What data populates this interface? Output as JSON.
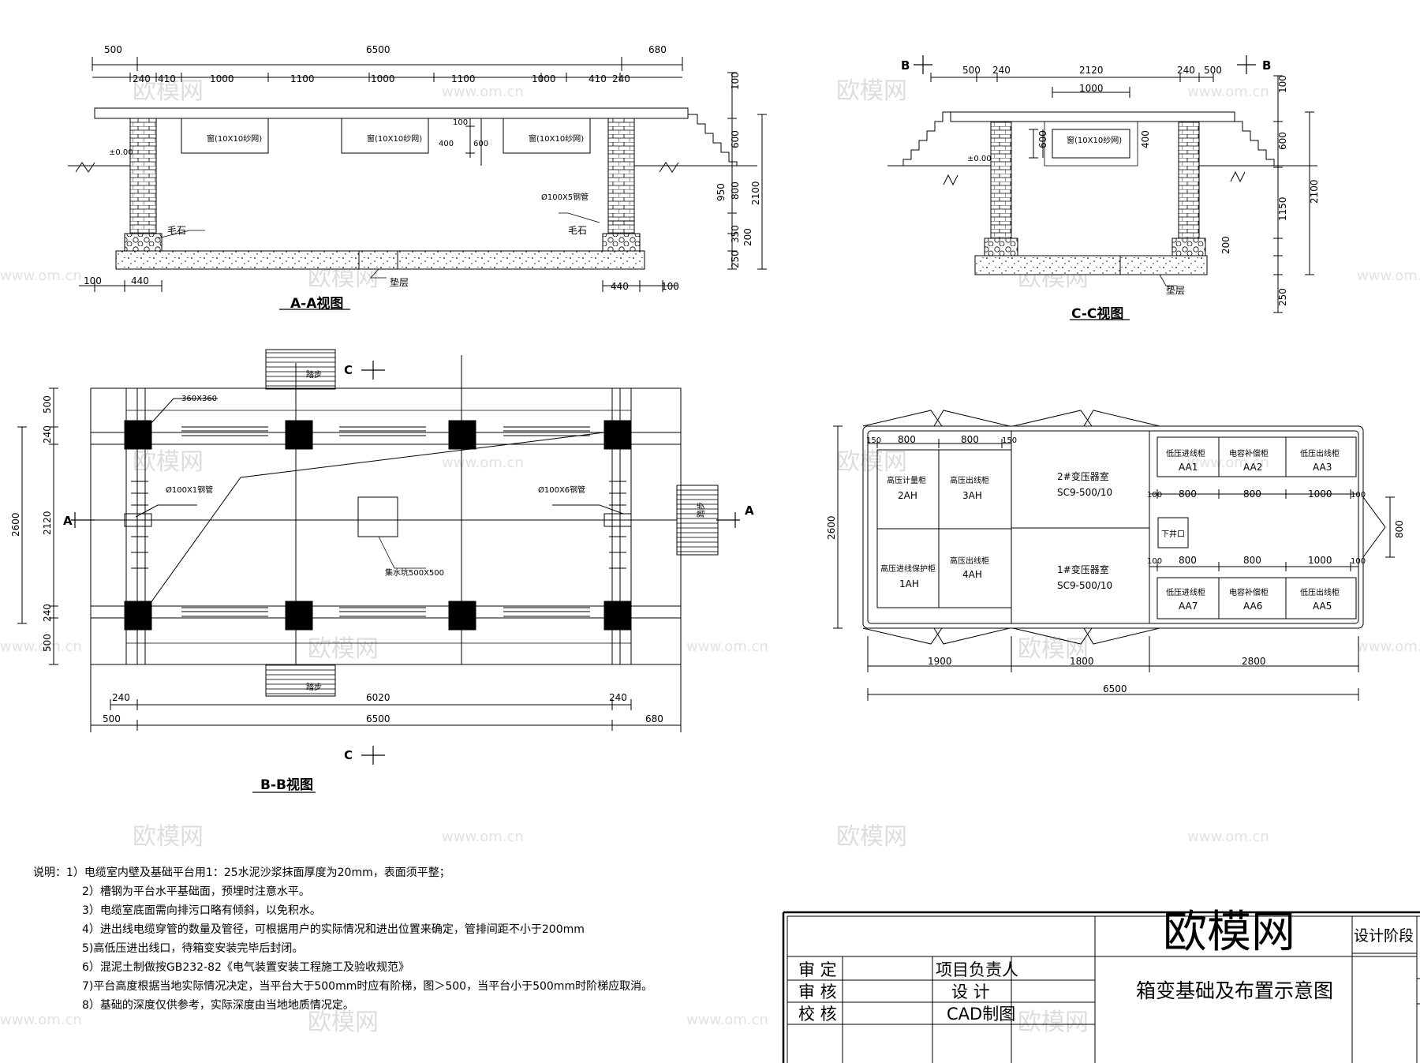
{
  "watermark": {
    "cn": "欧模网",
    "url": "www.om.cn"
  },
  "aa": {
    "title": "A-A视图",
    "top_dims": [
      "500",
      "6500",
      "680"
    ],
    "sub_dims": [
      "240",
      "410",
      "1000",
      "1100",
      "1000",
      "1100",
      "1000",
      "410",
      "240"
    ],
    "window": "窗(10X10纱网)",
    "steel": "Ø100X5钢管",
    "rubble": "毛石",
    "cushion": "垫层",
    "right_dims": [
      "100",
      "600",
      "800",
      "950",
      "350",
      "200",
      "250",
      "2100"
    ],
    "window_dims": [
      "100",
      "400",
      "600"
    ],
    "bottom_dims": [
      "100",
      "440",
      "440",
      "100"
    ],
    "ground_mark": "±0.00"
  },
  "cc": {
    "title": "C-C视图",
    "marker": "B",
    "top_dims": [
      "500",
      "240",
      "2120",
      "240",
      "500"
    ],
    "window_width": "1000",
    "window": "窗(10X10纱网)",
    "left_dims": [
      "600",
      "400"
    ],
    "right_dims": [
      "100",
      "600",
      "1150",
      "200",
      "250",
      "2100"
    ],
    "cushion": "垫层",
    "ground_mark": "±0.00"
  },
  "bb": {
    "title": "B-B视图",
    "marker_c": "C",
    "marker_a": "A",
    "step": "踏步",
    "column": "360X360",
    "pipe1": "Ø100X1钢管",
    "pipe2": "Ø100X6钢管",
    "sump": "集水坑500X500",
    "left_dims": [
      "500",
      "240",
      "2120",
      "240",
      "500",
      "2600"
    ],
    "bottom_dims": [
      "240",
      "6020",
      "240",
      "500",
      "6500",
      "680"
    ]
  },
  "layout": {
    "hv": [
      {
        "name": "高压计量柜",
        "code": "2AH"
      },
      {
        "name": "高压出线柜",
        "code": "3AH"
      },
      {
        "name": "高压进线保护柜",
        "code": "1AH"
      },
      {
        "name": "高压出线柜",
        "code": "4AH"
      }
    ],
    "transformers": [
      {
        "name": "2#变压器室",
        "model": "SC9-500/10"
      },
      {
        "name": "1#变压器室",
        "model": "SC9-500/10"
      }
    ],
    "lv_top": [
      {
        "name": "低压进线柜",
        "code": "AA1"
      },
      {
        "name": "电容补偿柜",
        "code": "AA2"
      },
      {
        "name": "低压出线柜",
        "code": "AA3"
      }
    ],
    "lv_bottom": [
      {
        "name": "低压进线柜",
        "code": "AA7"
      },
      {
        "name": "电容补偿柜",
        "code": "AA6"
      },
      {
        "name": "低压出线柜",
        "code": "AA5"
      }
    ],
    "manhole": "下井口",
    "top_dims": [
      "150",
      "800",
      "800",
      "150"
    ],
    "lv_dims": [
      "100",
      "800",
      "800",
      "1000",
      "100"
    ],
    "bottom_dims": [
      "1900",
      "1800",
      "2800",
      "6500"
    ],
    "left_dim": "2600",
    "right_dim": "800"
  },
  "notes": [
    "说明：1）电缆室内壁及基础平台用1：25水泥沙浆抹面厚度为20mm，表面须平整；",
    "2）槽钢为平台水平基础面，预埋时注意水平。",
    "3）电缆室底面需向排污口略有倾斜，以免积水。",
    "4）进出线电缆穿管的数量及管径，可根据用户的实际情况和进出位置来确定，管排间距不小于200mm",
    "5)高低压进出线口，待箱变安装完毕后封闭。",
    "6）混泥土制做按GB232-82《电气装置安装工程施工及验收规范》",
    "7)平台高度根据当地实际情况决定，当平台大于500mm时应有阶梯，图＞500，当平台小于500mm时阶梯应取消。",
    "8）基础的深度仅供参考，实际深度由当地地质情况定。"
  ],
  "title_block": {
    "logo": "欧模网",
    "stage": "设计阶段",
    "rows": [
      {
        "left": "审  定",
        "right": "项目负责人"
      },
      {
        "left": "审  核",
        "right": "设  计"
      },
      {
        "left": "校  核",
        "right": "CAD制图"
      }
    ],
    "drawing_title": "箱变基础及布置示意图"
  }
}
